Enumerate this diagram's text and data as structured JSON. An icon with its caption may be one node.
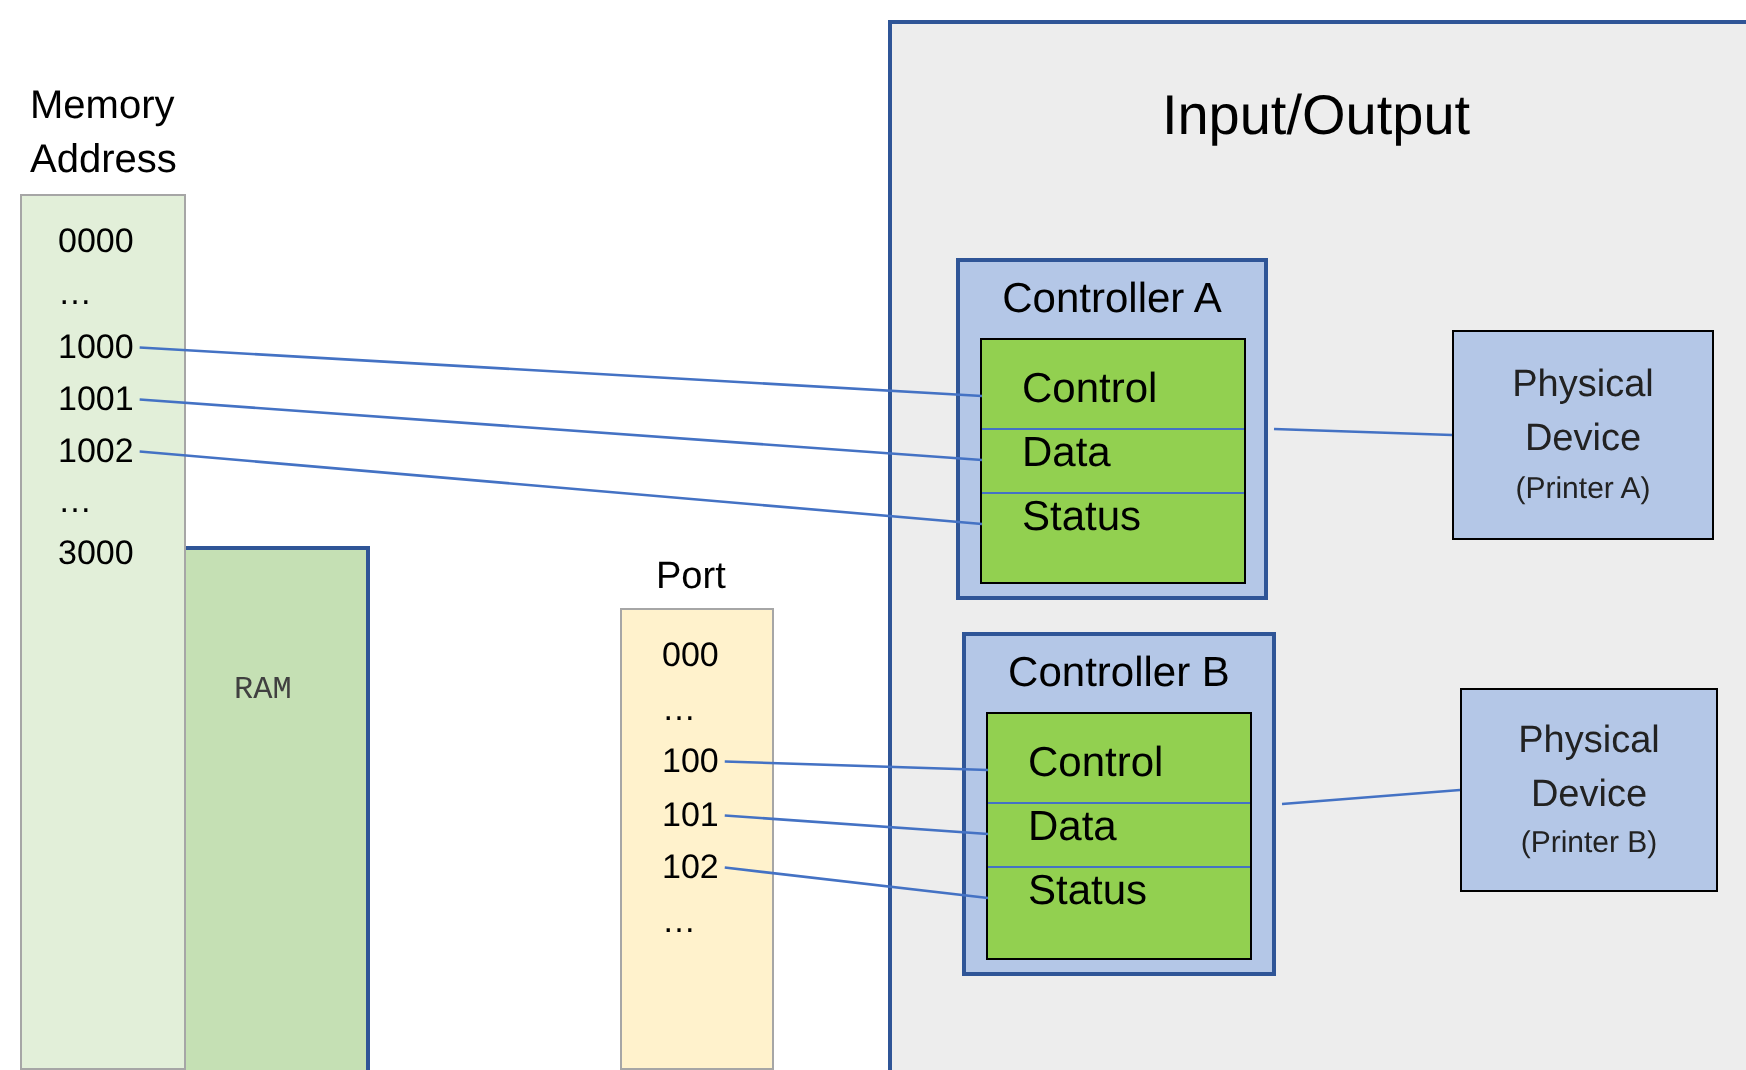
{
  "diagram": {
    "nodes": [
      {
        "text": [
          "Memory Address",
          "0000",
          "…",
          "…",
          "3000"
        ]
      },
      {
        "text": [
          "1000"
        ],
        "in": 0
      },
      {
        "text": [
          "1001"
        ],
        "in": 0
      },
      {
        "text": [
          "1002"
        ],
        "in": 0
      },
      {
        "text": [
          "RAM"
        ]
      },
      {
        "text": [
          "Port",
          "000",
          "…",
          "…"
        ]
      },
      {
        "text": [
          "100"
        ],
        "in": 5
      },
      {
        "text": [
          "101"
        ],
        "in": 5
      },
      {
        "text": [
          "102"
        ],
        "in": 5
      },
      {
        "text": [
          "Input/Output"
        ]
      },
      {
        "text": [
          "Controller A"
        ],
        "in": 9
      },
      {
        "text": [],
        "shape": "box",
        "in": 10
      },
      {
        "text": [
          "Control"
        ],
        "in": 11
      },
      {
        "text": [
          "Data"
        ],
        "in": 11
      },
      {
        "text": [
          "Status"
        ],
        "in": 11
      },
      {
        "text": [
          "Physical Device",
          "(Printer A)"
        ],
        "in": 9
      },
      {
        "text": [
          "Controller B"
        ],
        "in": 9
      },
      {
        "text": [],
        "shape": "box",
        "in": 16
      },
      {
        "text": [
          "Control"
        ],
        "in": 17
      },
      {
        "text": [
          "Data"
        ],
        "in": 17
      },
      {
        "text": [
          "Status"
        ],
        "in": 17
      },
      {
        "text": [
          "Physical Device",
          "(Printer B)"
        ],
        "in": 9
      }
    ],
    "edges": [
      {
        "from": 1,
        "to": 12,
        "arrow": "none"
      },
      {
        "from": 2,
        "to": 13,
        "arrow": "none"
      },
      {
        "from": 3,
        "to": 14,
        "arrow": "none"
      },
      {
        "from": 10,
        "to": 15,
        "arrow": "none"
      },
      {
        "from": 6,
        "to": 18,
        "arrow": "none"
      },
      {
        "from": 7,
        "to": 19,
        "arrow": "none"
      },
      {
        "from": 8,
        "to": 20,
        "arrow": "none"
      },
      {
        "from": 16,
        "to": 21,
        "arrow": "none"
      }
    ]
  }
}
